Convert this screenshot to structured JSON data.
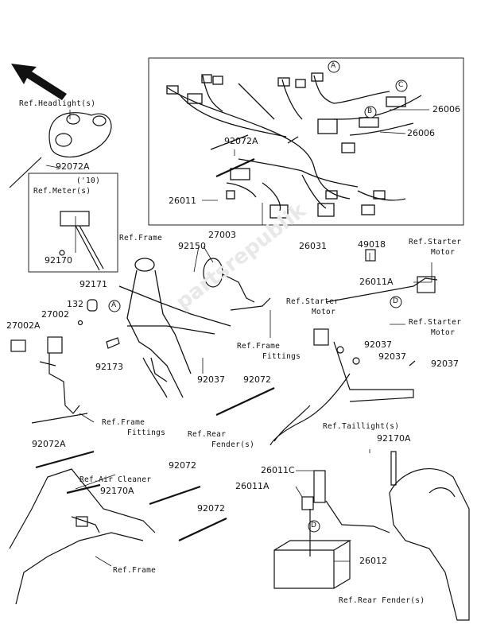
{
  "labels": {
    "ref_headlight": "Ref.Headlight(s)",
    "p_92072A_top": "92072A",
    "year_10": "('10)",
    "ref_meter": "Ref.Meter(s)",
    "p_92170": "92170",
    "ref_frame_top": "Ref.Frame",
    "p_92150": "92150",
    "p_27003": "27003",
    "p_92171": "92171",
    "p_132": "132",
    "p_27002A": "27002A",
    "p_27002": "27002",
    "p_92173": "92173",
    "ref_frame_fittings_left_1": "Ref.Frame",
    "ref_frame_fittings_left_2": "Fittings",
    "ref_frame_fittings_mid_1": "Ref.Frame",
    "ref_frame_fittings_mid_2": "Fittings",
    "p_92037_mid": "92037",
    "p_92072_mid": "92072",
    "ref_rear_fender_mid_1": "Ref.Rear",
    "ref_rear_fender_mid_2": "Fender(s)",
    "p_92072A_left": "92072A",
    "ref_air_cleaner": "Ref.Air Cleaner",
    "p_92170A_left": "92170A",
    "p_92072_lower1": "92072",
    "p_92072_lower2": "92072",
    "ref_frame_bottom": "Ref.Frame",
    "p_92072A_box": "92072A",
    "p_26011_box": "26011",
    "p_26006_c": "26006",
    "p_26006_b": "26006",
    "p_26031": "26031",
    "p_49018": "49018",
    "ref_starter_motor_r1_1": "Ref.Starter",
    "ref_starter_motor_r1_2": "Motor",
    "p_26011A_right": "26011A",
    "ref_starter_motor_mid_1": "Ref.Starter",
    "ref_starter_motor_mid_2": "Motor",
    "ref_starter_motor_r2_1": "Ref.Starter",
    "ref_starter_motor_r2_2": "Motor",
    "p_92037_r1": "92037",
    "p_92037_r2": "92037",
    "p_92037_r3": "92037",
    "ref_taillight": "Ref.Taillight(s)",
    "p_92170A_right": "92170A",
    "p_26011C": "26011C",
    "p_26011A_bottom": "26011A",
    "p_26012": "26012",
    "ref_rear_fender_bottom": "Ref.Rear Fender(s)"
  },
  "callouts": {
    "a": "A",
    "b": "B",
    "c": "C",
    "d": "D"
  },
  "watermark": "partsrepublik",
  "colors": {
    "line": "#111111",
    "box": "#222222"
  }
}
